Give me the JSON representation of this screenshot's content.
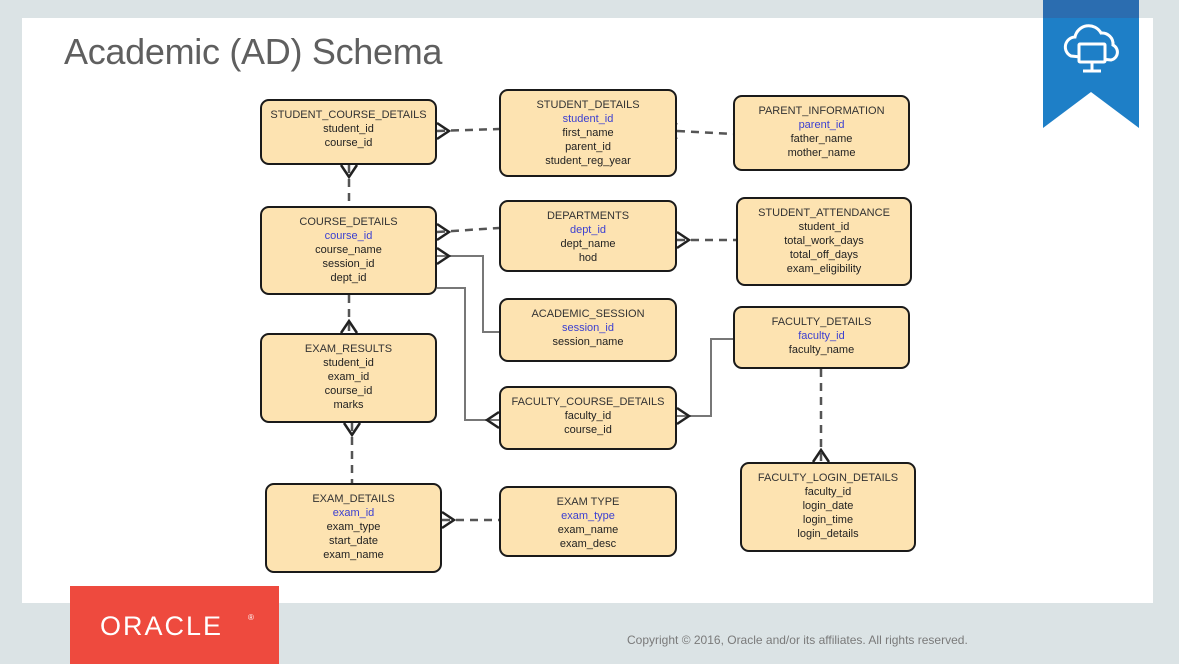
{
  "slide": {
    "title": "Academic (AD) Schema",
    "copyright": "Copyright © 2016, Oracle and/or its affiliates. All rights reserved.",
    "logo_text": "ORACLE",
    "logo_mark": "®",
    "badge_icon": "cloud-computer-icon",
    "colors": {
      "entity_fill": "#fde3b1",
      "key_attr": "#3b3fd1",
      "logo_red": "#ee4a3e",
      "badge_blue": "#1e7fc7"
    }
  },
  "entities": [
    {
      "id": "student_course_details",
      "name": "STUDENT_COURSE_DETAILS",
      "attrs": [
        {
          "t": "student_id",
          "key": false
        },
        {
          "t": "course_id",
          "key": false
        }
      ]
    },
    {
      "id": "student_details",
      "name": "STUDENT_DETAILS",
      "attrs": [
        {
          "t": "student_id",
          "key": true
        },
        {
          "t": "first_name",
          "key": false
        },
        {
          "t": "parent_id",
          "key": false
        },
        {
          "t": "student_reg_year",
          "key": false
        }
      ]
    },
    {
      "id": "parent_information",
      "name": "PARENT_INFORMATION",
      "attrs": [
        {
          "t": "parent_id",
          "key": true
        },
        {
          "t": "father_name",
          "key": false
        },
        {
          "t": "mother_name",
          "key": false
        }
      ]
    },
    {
      "id": "course_details",
      "name": "COURSE_DETAILS",
      "attrs": [
        {
          "t": "course_id",
          "key": true
        },
        {
          "t": "course_name",
          "key": false
        },
        {
          "t": "session_id",
          "key": false
        },
        {
          "t": "dept_id",
          "key": false
        }
      ]
    },
    {
      "id": "departments",
      "name": "DEPARTMENTS",
      "attrs": [
        {
          "t": "dept_id",
          "key": true
        },
        {
          "t": "dept_name",
          "key": false
        },
        {
          "t": "hod",
          "key": false
        }
      ]
    },
    {
      "id": "student_attendance",
      "name": "STUDENT_ATTENDANCE",
      "attrs": [
        {
          "t": "student_id",
          "key": false
        },
        {
          "t": "total_work_days",
          "key": false
        },
        {
          "t": "total_off_days",
          "key": false
        },
        {
          "t": "exam_eligibility",
          "key": false
        }
      ]
    },
    {
      "id": "academic_session",
      "name": "ACADEMIC_SESSION",
      "attrs": [
        {
          "t": "session_id",
          "key": true
        },
        {
          "t": "session_name",
          "key": false
        }
      ]
    },
    {
      "id": "faculty_details",
      "name": "FACULTY_DETAILS",
      "attrs": [
        {
          "t": "faculty_id",
          "key": true
        },
        {
          "t": "faculty_name",
          "key": false
        }
      ]
    },
    {
      "id": "exam_results",
      "name": "EXAM_RESULTS",
      "attrs": [
        {
          "t": "student_id",
          "key": false
        },
        {
          "t": "exam_id",
          "key": false
        },
        {
          "t": "course_id",
          "key": false
        },
        {
          "t": "marks",
          "key": false
        }
      ]
    },
    {
      "id": "faculty_course_details",
      "name": "FACULTY_COURSE_DETAILS",
      "attrs": [
        {
          "t": "faculty_id",
          "key": false
        },
        {
          "t": "course_id",
          "key": false
        }
      ]
    },
    {
      "id": "faculty_login_details",
      "name": "FACULTY_LOGIN_DETAILS",
      "attrs": [
        {
          "t": "faculty_id",
          "key": false
        },
        {
          "t": "login_date",
          "key": false
        },
        {
          "t": "login_time",
          "key": false
        },
        {
          "t": "login_details",
          "key": false
        }
      ]
    },
    {
      "id": "exam_details",
      "name": "EXAM_DETAILS",
      "attrs": [
        {
          "t": "exam_id",
          "key": true
        },
        {
          "t": "exam_type",
          "key": false
        },
        {
          "t": "start_date",
          "key": false
        },
        {
          "t": "exam_name",
          "key": false
        }
      ]
    },
    {
      "id": "exam_type",
      "name": "EXAM TYPE",
      "attrs": [
        {
          "t": "exam_type",
          "key": true
        },
        {
          "t": "exam_name",
          "key": false
        },
        {
          "t": "exam_desc",
          "key": false
        }
      ]
    }
  ],
  "relationships": [
    {
      "id": "scd-sd",
      "from": "student_course_details",
      "to": "student_details"
    },
    {
      "id": "sd-pi",
      "from": "student_details",
      "to": "parent_information"
    },
    {
      "id": "scd-cd",
      "from": "student_course_details",
      "to": "course_details"
    },
    {
      "id": "cd-dept",
      "from": "course_details",
      "to": "departments"
    },
    {
      "id": "dept-sa",
      "from": "departments",
      "to": "student_attendance"
    },
    {
      "id": "cd-as",
      "from": "course_details",
      "to": "academic_session"
    },
    {
      "id": "cd-fcd",
      "from": "course_details",
      "to": "faculty_course_details"
    },
    {
      "id": "fd-fcd",
      "from": "faculty_details",
      "to": "faculty_course_details"
    },
    {
      "id": "cd-er",
      "from": "course_details",
      "to": "exam_results"
    },
    {
      "id": "er-ed",
      "from": "exam_results",
      "to": "exam_details"
    },
    {
      "id": "fd-fld",
      "from": "faculty_details",
      "to": "faculty_login_details"
    },
    {
      "id": "ed-et",
      "from": "exam_details",
      "to": "exam_type"
    }
  ]
}
